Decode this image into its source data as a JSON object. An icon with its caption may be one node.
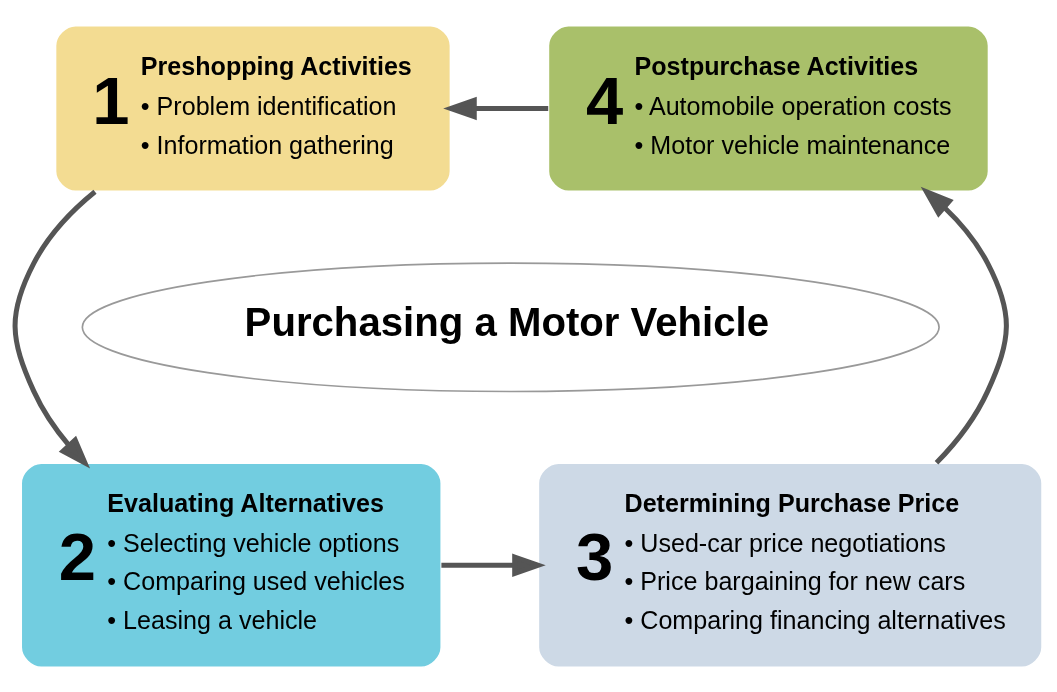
{
  "diagram": {
    "nodes": [
      {
        "text": [
          "1",
          "Preshopping Activities",
          "• Problem identification",
          "• Information gathering"
        ]
      },
      {
        "text": [
          "2",
          "Evaluating Alternatives",
          "• Selecting vehicle options",
          "• Comparing used vehicles",
          "• Leasing a vehicle"
        ]
      },
      {
        "text": [
          "3",
          "Determining Purchase Price",
          "• Used-car price negotiations",
          "• Price bargaining for new cars",
          "• Comparing financing alternatives"
        ]
      },
      {
        "text": [
          "4",
          "Postpurchase Activities",
          "• Automobile operation costs",
          "• Motor vehicle maintenance"
        ]
      },
      {
        "text": [
          "Purchasing a Motor Vehicle"
        ]
      }
    ],
    "edges": [
      {
        "from": 3,
        "to": 0,
        "arrow": "to"
      },
      {
        "from": 0,
        "to": 1,
        "arrow": "to"
      },
      {
        "from": 1,
        "to": 2,
        "arrow": "to"
      },
      {
        "from": 2,
        "to": 3,
        "arrow": "to"
      }
    ]
  }
}
